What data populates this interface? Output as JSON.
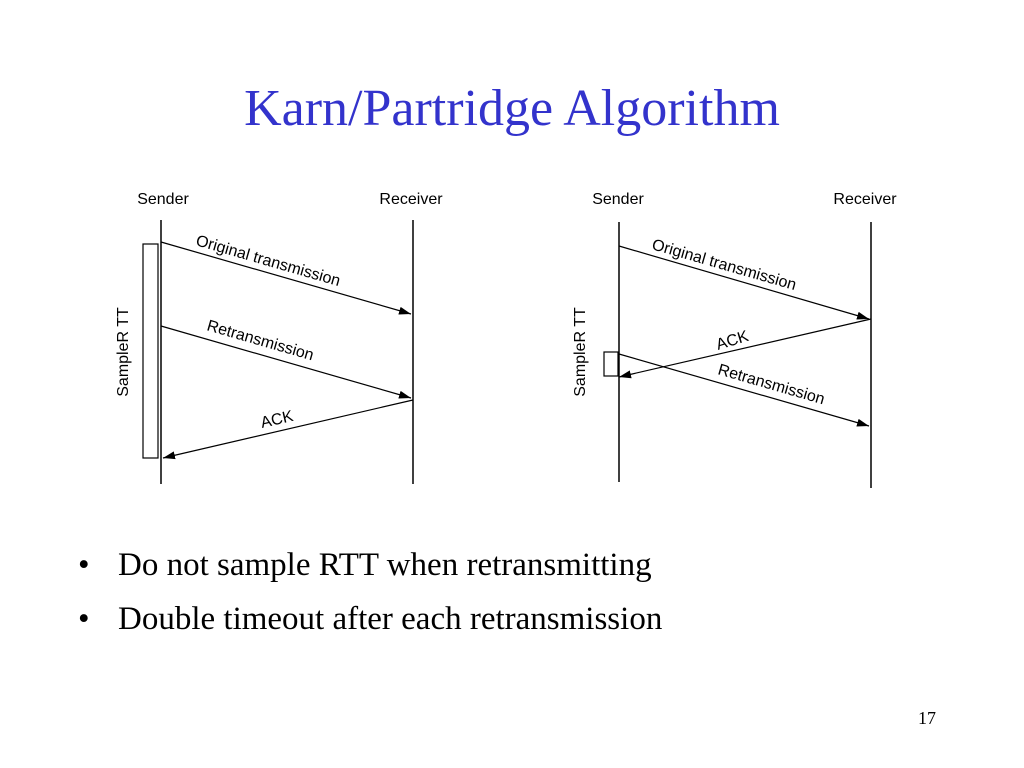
{
  "slide": {
    "title": "Karn/Partridge Algorithm",
    "page_number": "17"
  },
  "diagrams": {
    "left": {
      "sender_label": "Sender",
      "receiver_label": "Receiver",
      "sample_label": "SampleR TT",
      "messages": {
        "original": "Original transmission",
        "retransmission": "Retransmission",
        "ack": "ACK"
      }
    },
    "right": {
      "sender_label": "Sender",
      "receiver_label": "Receiver",
      "sample_label": "SampleR TT",
      "messages": {
        "original": "Original transmission",
        "ack": "ACK",
        "retransmission": "Retransmission"
      }
    }
  },
  "bullets": [
    "Do not sample RTT when retransmitting",
    "Double timeout after each retransmission"
  ],
  "bullet_glyph": "•"
}
